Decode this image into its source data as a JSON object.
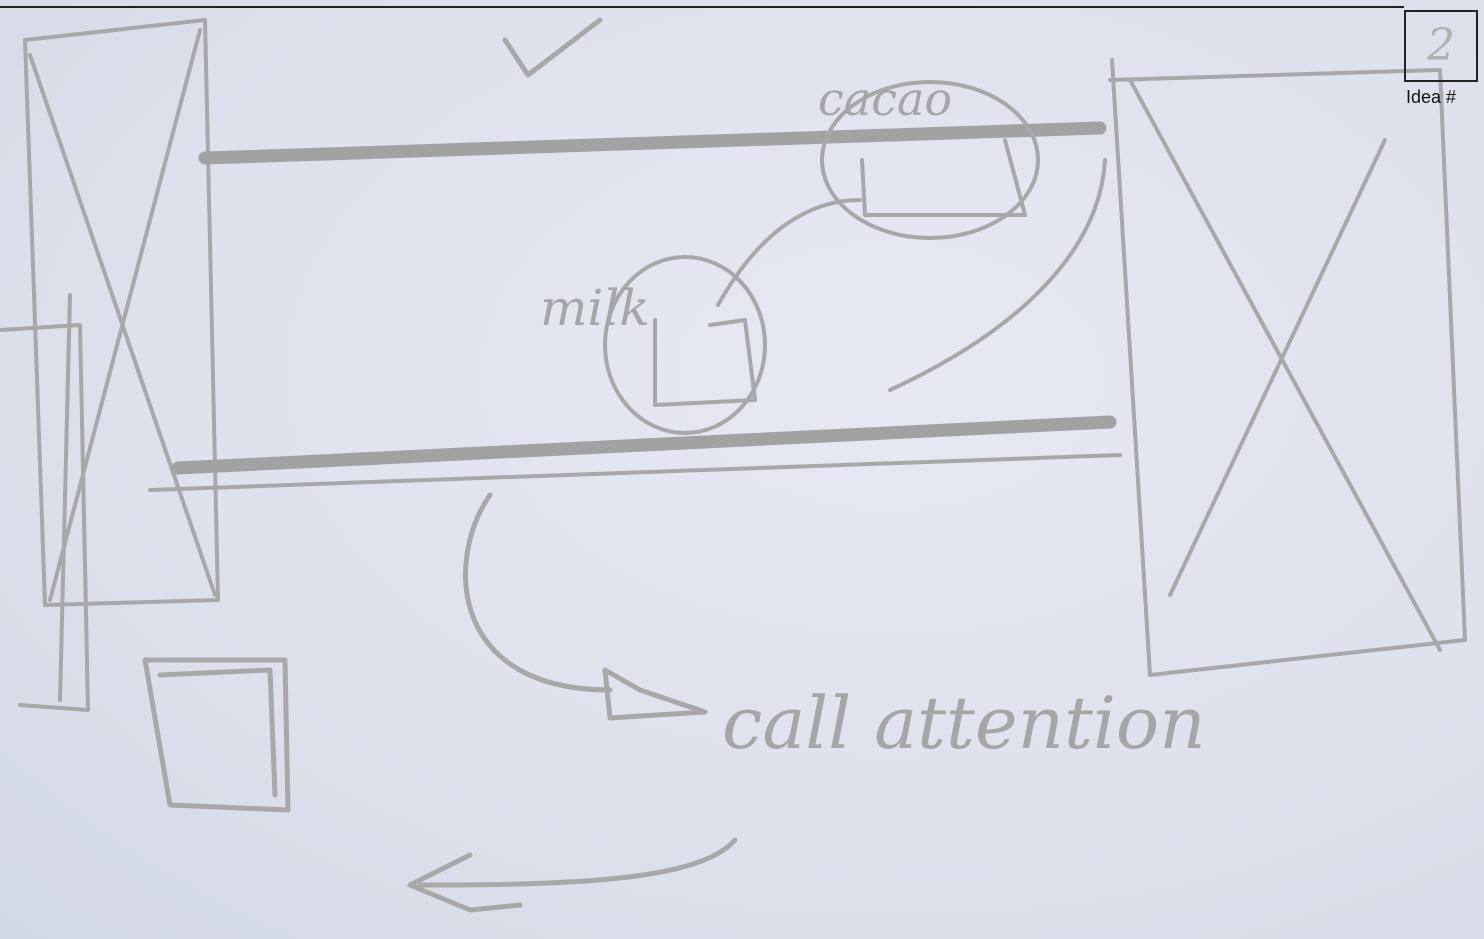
{
  "sketch": {
    "labels": {
      "milk": "milk",
      "cacao": "cacao",
      "call_attention": "call attention"
    }
  },
  "idea_box": {
    "label": "Idea #",
    "number": "2"
  }
}
